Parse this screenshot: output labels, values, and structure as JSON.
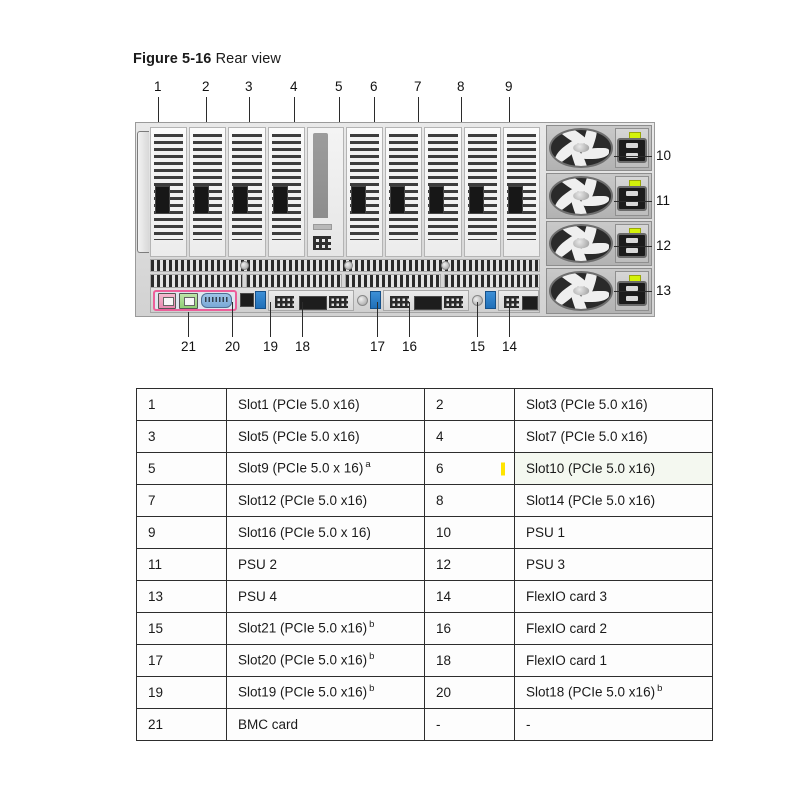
{
  "caption": {
    "figure_number": "Figure 5-16",
    "figure_title": "Rear view"
  },
  "diagram": {
    "device": "rear-view-server-chassis",
    "top_callouts": [
      "1",
      "2",
      "3",
      "4",
      "5",
      "6",
      "7",
      "8",
      "9"
    ],
    "right_callouts": [
      "10",
      "11",
      "12",
      "13"
    ],
    "bottom_callouts": [
      "21",
      "20",
      "19",
      "18",
      "17",
      "16",
      "15",
      "14"
    ],
    "components": {
      "bmc_card_outline_color": "#ec5f9a",
      "psu_led_color": "#d4f20a",
      "sfp_connector_color": "#1f6fb8",
      "rj45_left_color": "#e78ab0",
      "rj45_right_color": "#8fce74",
      "vga_color": "#7aa9d6"
    }
  },
  "legend": {
    "rows": [
      {
        "n1": "1",
        "v1": "Slot1 (PCIe 5.0 x16)",
        "n2": "2",
        "v2": "Slot3 (PCIe 5.0 x16)"
      },
      {
        "n1": "3",
        "v1": "Slot5 (PCIe 5.0 x16)",
        "n2": "4",
        "v2": "Slot7 (PCIe 5.0 x16)"
      },
      {
        "n1": "5",
        "v1": "Slot9 (PCIe 5.0 x 16)",
        "v1_sup": "a",
        "n2": "6",
        "v2": "Slot10 (PCIe 5.0 x16)",
        "marked": true
      },
      {
        "n1": "7",
        "v1": "Slot12 (PCIe 5.0 x16)",
        "n2": "8",
        "v2": "Slot14 (PCIe 5.0 x16)"
      },
      {
        "n1": "9",
        "v1": "Slot16 (PCIe 5.0 x 16)",
        "n2": "10",
        "v2": "PSU 1"
      },
      {
        "n1": "11",
        "v1": "PSU 2",
        "n2": "12",
        "v2": "PSU 3"
      },
      {
        "n1": "13",
        "v1": "PSU 4",
        "n2": "14",
        "v2": "FlexIO card 3"
      },
      {
        "n1": "15",
        "v1": "Slot21 (PCIe 5.0 x16)",
        "v1_sup": "b",
        "n2": "16",
        "v2": "FlexIO card 2"
      },
      {
        "n1": "17",
        "v1": "Slot20 (PCIe 5.0 x16)",
        "v1_sup": "b",
        "n2": "18",
        "v2": "FlexIO card 1"
      },
      {
        "n1": "19",
        "v1": "Slot19 (PCIe 5.0 x16)",
        "v1_sup": "b",
        "n2": "20",
        "v2": "Slot18 (PCIe 5.0 x16)",
        "v2_sup": "b"
      },
      {
        "n1": "21",
        "v1": "BMC card",
        "n2": "-",
        "v2": "-"
      }
    ]
  }
}
